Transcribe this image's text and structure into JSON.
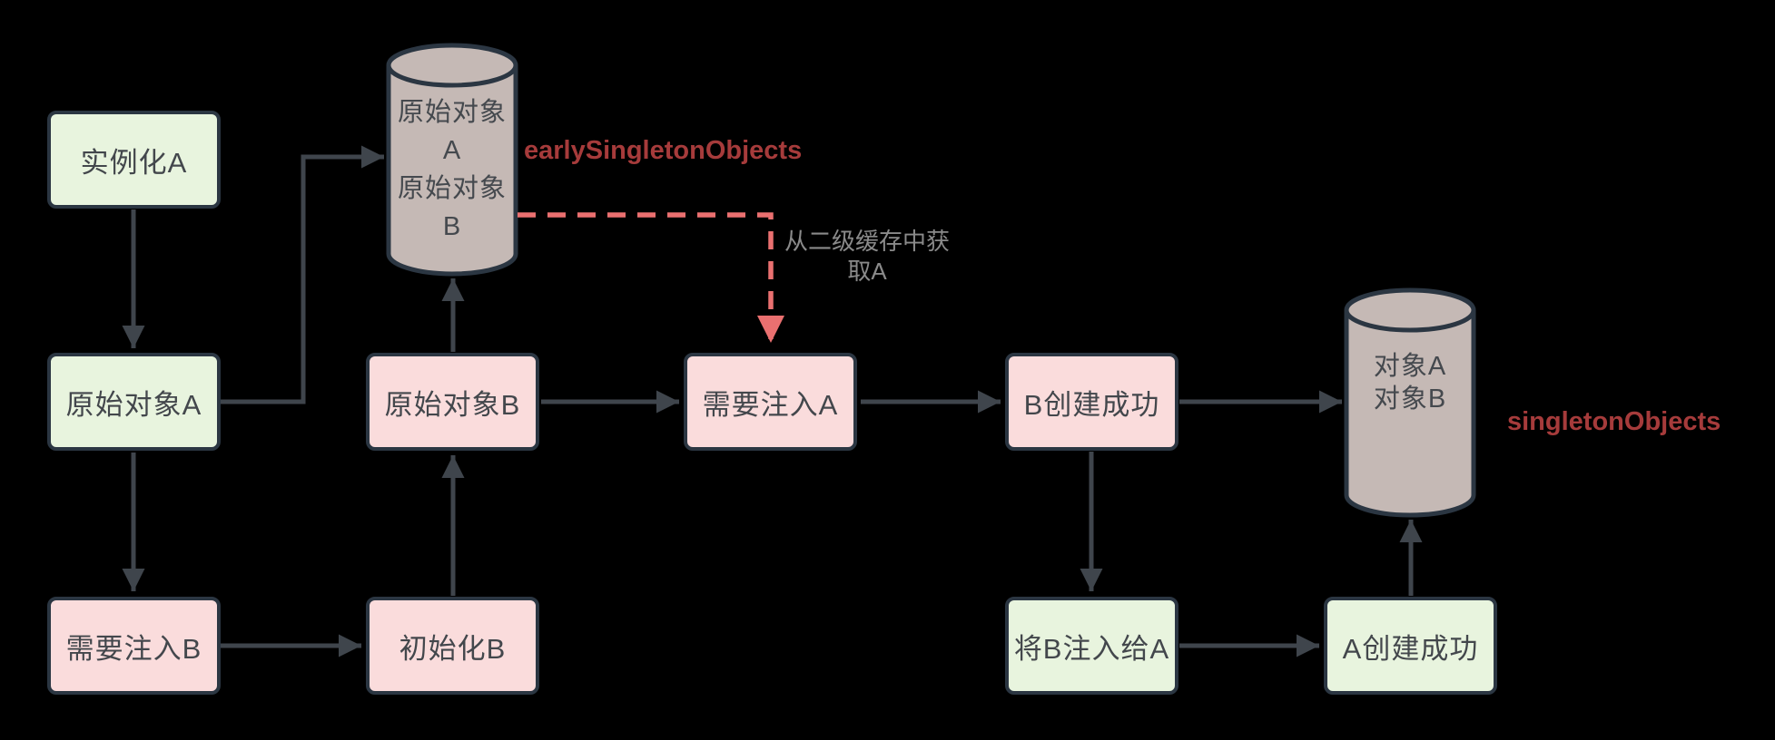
{
  "diagram": {
    "title": "spring-circular-dependency-three-level-cache-flow",
    "colors": {
      "background": "#000000",
      "node_border": "#2b3642",
      "green_fill": "#e8f4de",
      "pink_fill": "#fadcdc",
      "cylinder_fill": "#c5b9b5",
      "node_text": "#43474c",
      "cylinder_text": "#45494e",
      "arrow": "#3f454c",
      "dashed_arrow": "#ea7070",
      "cache_label": "#a63b3b",
      "annotation": "#8a8a8a"
    },
    "nodes": {
      "instantiate_a": {
        "label": "实例化A",
        "type": "green"
      },
      "raw_object_a": {
        "label": "原始对象A",
        "type": "green"
      },
      "need_inject_b": {
        "label": "需要注入B",
        "type": "pink"
      },
      "raw_object_b": {
        "label": "原始对象B",
        "type": "pink"
      },
      "init_b": {
        "label": "初始化B",
        "type": "pink"
      },
      "need_inject_a": {
        "label": "需要注入A",
        "type": "pink"
      },
      "b_created": {
        "label": "B创建成功",
        "type": "pink"
      },
      "inject_b_into_a": {
        "label": "将B注入给A",
        "type": "green"
      },
      "a_created": {
        "label": "A创建成功",
        "type": "green"
      }
    },
    "cylinders": {
      "early_singleton_cache": {
        "line1": "原始对象A",
        "line2": "原始对象B"
      },
      "singleton_cache": {
        "line1": "对象A",
        "line2": "对象B"
      }
    },
    "labels": {
      "early_singleton": {
        "text": "earlySingletonObjects"
      },
      "singleton": {
        "text": "singletonObjects"
      },
      "dashed_annotation": {
        "line1": "从二级缓存中获",
        "line2": "取A"
      }
    }
  }
}
